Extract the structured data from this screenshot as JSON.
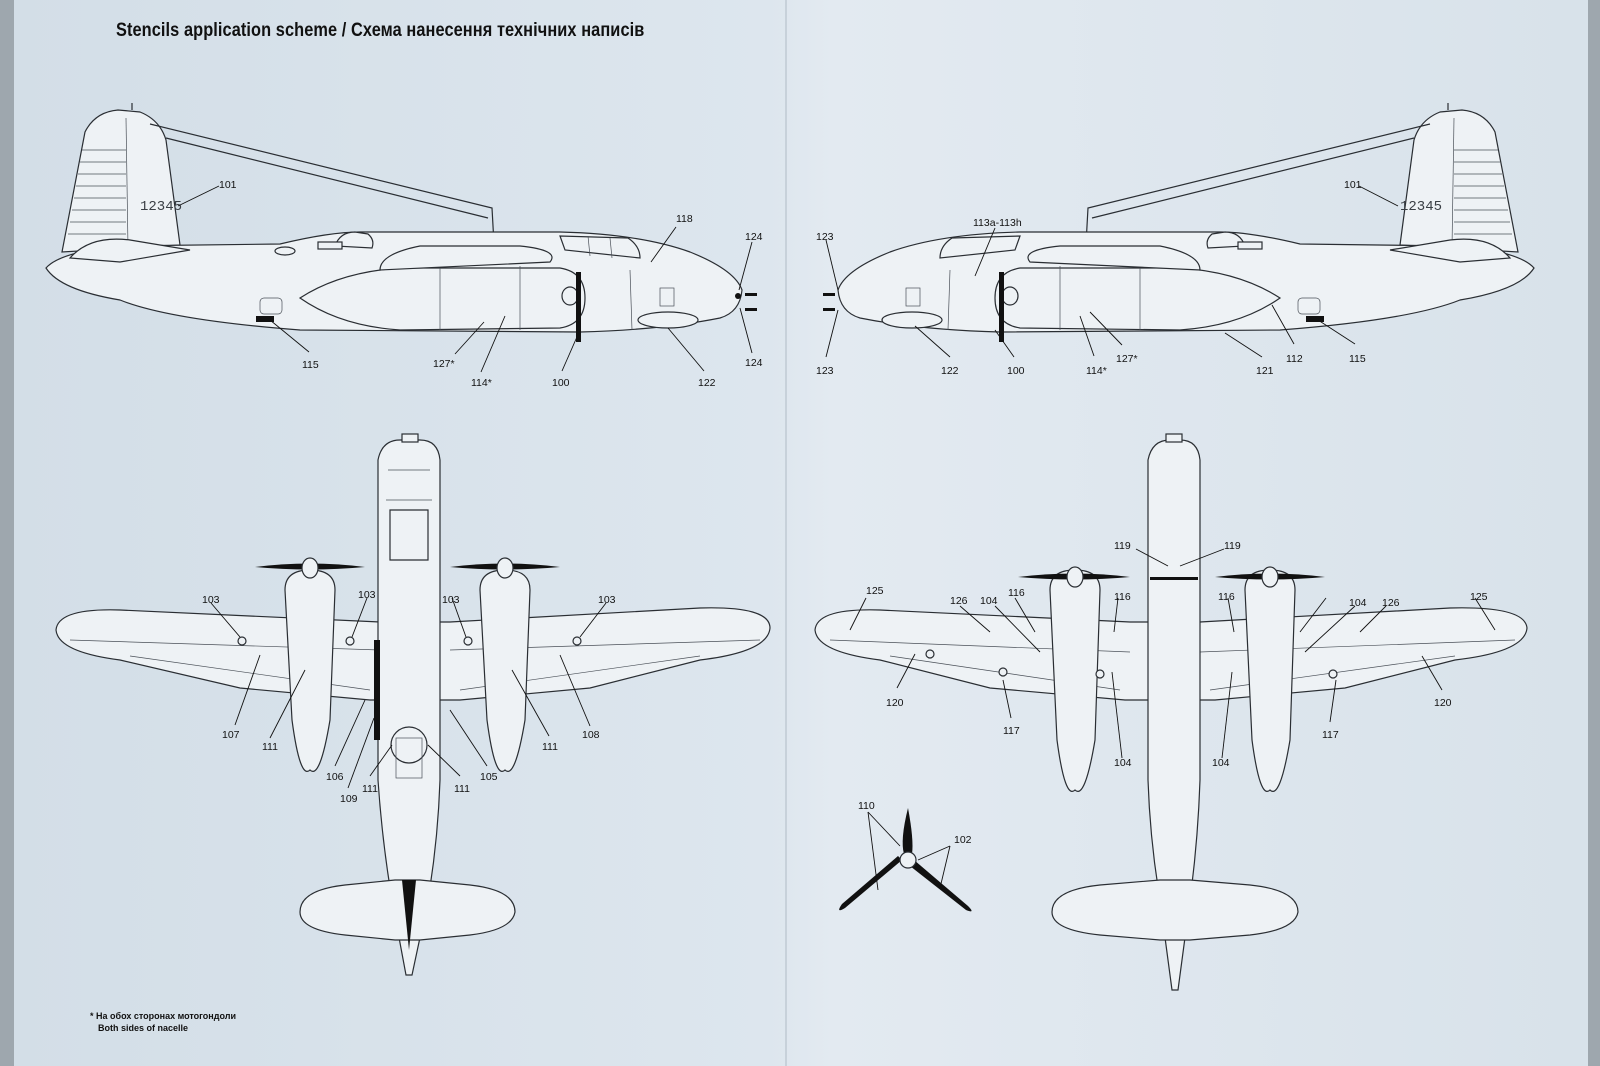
{
  "title": "Stencils application scheme / Схема нанесення технічних написів",
  "footnote": {
    "line1": "* На обох сторонах мотогондоли",
    "line2": "Both sides of nacelle"
  },
  "serial_number": "12345",
  "views": {
    "left_side": {
      "labels": [
        "101",
        "118",
        "124",
        "124",
        "115",
        "127*",
        "114*",
        "100",
        "122"
      ]
    },
    "right_side": {
      "labels": [
        "123",
        "123",
        "113a-113h",
        "101",
        "122",
        "100",
        "114*",
        "127*",
        "121",
        "112",
        "115"
      ]
    },
    "top": {
      "labels": [
        "103",
        "103",
        "103",
        "103",
        "107",
        "111",
        "106",
        "109",
        "111",
        "111",
        "105",
        "111",
        "108"
      ]
    },
    "bottom": {
      "labels": [
        "119",
        "119",
        "125",
        "126",
        "104",
        "116",
        "116",
        "116",
        "104",
        "126",
        "125",
        "120",
        "117",
        "104",
        "104",
        "117",
        "120"
      ]
    },
    "propeller": {
      "labels": [
        "110",
        "102"
      ]
    }
  }
}
